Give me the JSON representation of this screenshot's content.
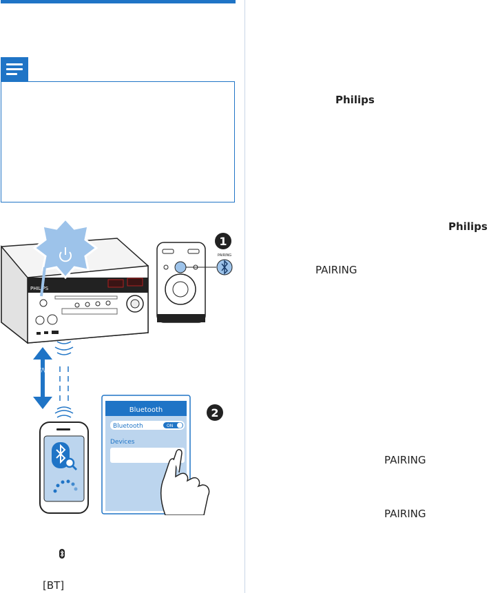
{
  "right_column": {
    "brand_1": "Philips",
    "brand_2": "Philips",
    "pairing_1": "PAIRING",
    "pairing_2": "PAIRING",
    "pairing_3": "PAIRING"
  },
  "illustration": {
    "phone_screen": {
      "header": "Bluetooth",
      "bluetooth_row_label": "Bluetooth",
      "toggle_label": "ON",
      "devices_label": "Devices"
    },
    "remote_button_label": "PAIRING",
    "step_1": "1",
    "step_2": "2",
    "brand_on_unit": "PHILIPS"
  },
  "bottom": {
    "bt_source": "[BT]"
  },
  "colors": {
    "accent": "#1f74c6",
    "screen_bg": "#bcd5ee",
    "starburst": "#9dc3ea"
  }
}
